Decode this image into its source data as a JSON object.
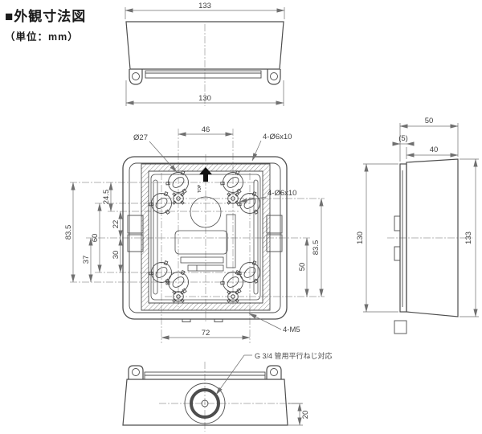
{
  "title": "■外観寸法図",
  "unit_note": "（単位：mm）",
  "colors": {
    "outline": "#4d4d4d",
    "dim": "#707070",
    "text": "#3f3f3f"
  },
  "top_view": {
    "dim_top_width": "133",
    "dim_bottom_width": "130"
  },
  "front_view": {
    "knockout_dia": "Ø27",
    "dim_top_pitch": "46",
    "slot_note_outer": "4-Ø6x10",
    "slot_note_inner": "4-Ø6x10",
    "dim_24_5": "24.5",
    "dim_22": "22",
    "dim_60": "60",
    "dim_83_5_left": "83.5",
    "dim_37": "37",
    "dim_30": "30",
    "dim_83_5_right": "83.5",
    "dim_50": "50",
    "dim_72": "72",
    "stud_note": "4-M5",
    "orientation_marker": "TOP"
  },
  "side_view": {
    "dim_depth_total": "50",
    "dim_cover_gap": "(5)",
    "dim_body_depth": "40",
    "dim_height_130": "130",
    "dim_height_133": "133"
  },
  "bottom_view": {
    "conduit_note": "G 3/4 管用平行ねじ対応",
    "dim_conduit_offset": "20"
  }
}
